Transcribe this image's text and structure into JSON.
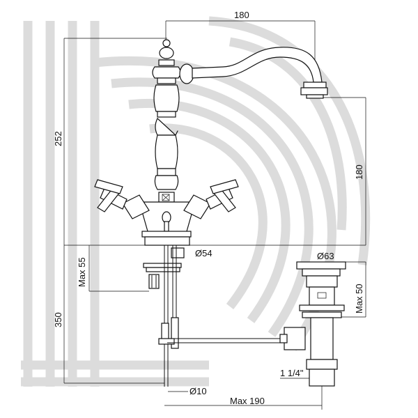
{
  "dimensions": {
    "spout_reach": "180",
    "total_height": "252",
    "spout_height": "180",
    "body_diameter": "Ø54",
    "max_deck": "Max 55",
    "pipe_length": "350",
    "waste_diameter": "Ø63",
    "waste_max": "Max 50",
    "thread": "1 1/4\"",
    "pipe_diameter": "Ø10",
    "max_reach_below": "Max 190"
  },
  "colors": {
    "line": "#111111",
    "watermark": "#dcdcdc"
  }
}
